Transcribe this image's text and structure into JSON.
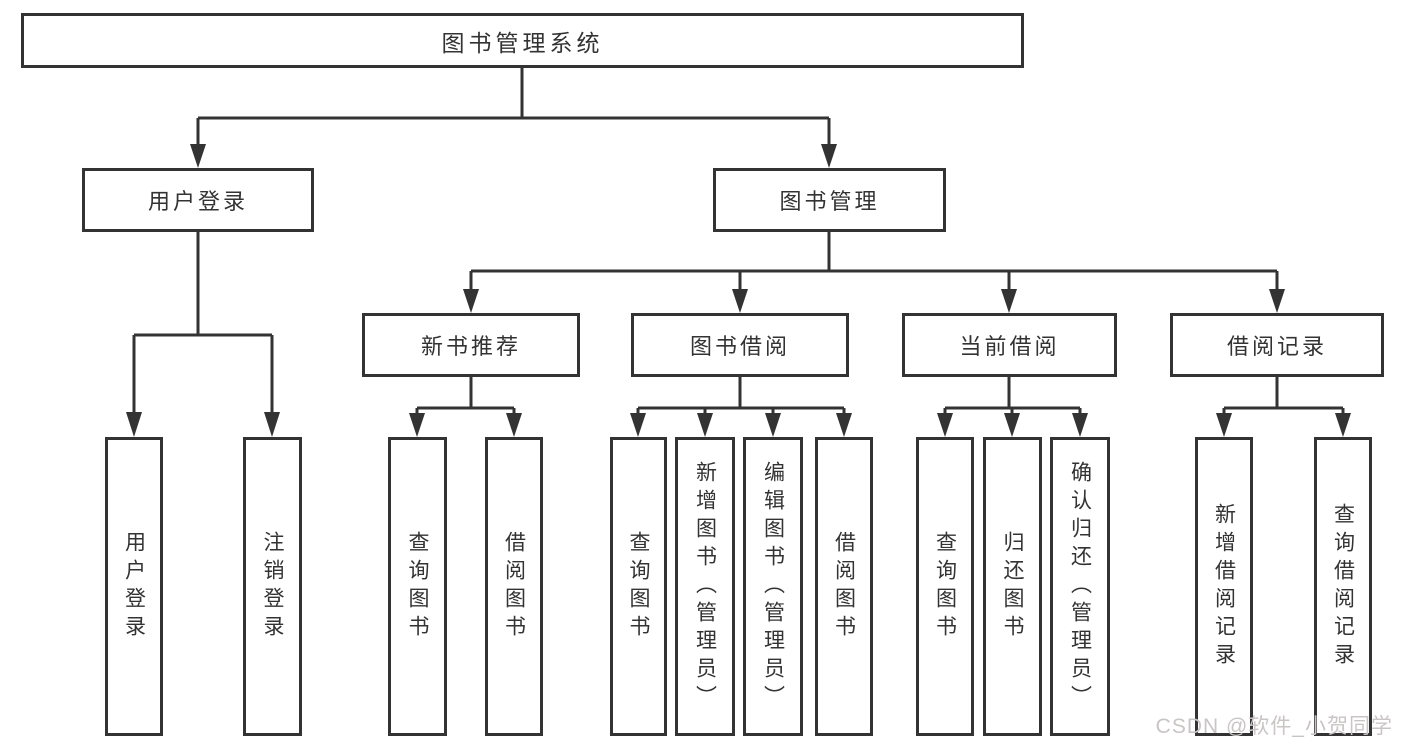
{
  "page": {
    "bg_color": "#ffffff",
    "line_color": "#333333",
    "text_color": "#333333",
    "watermark_color": "#c9c5c5"
  },
  "tree": {
    "label": "图书管理系统",
    "children": [
      {
        "label": "用户登录",
        "children": [
          {
            "label": "用户登录"
          },
          {
            "label": "注销登录"
          }
        ]
      },
      {
        "label": "图书管理",
        "children": [
          {
            "label": "新书推荐",
            "children": [
              {
                "label": "查询图书"
              },
              {
                "label": "借阅图书"
              }
            ]
          },
          {
            "label": "图书借阅",
            "children": [
              {
                "label": "查询图书"
              },
              {
                "label": "新增图书（管理员）"
              },
              {
                "label": "编辑图书（管理员）"
              },
              {
                "label": "借阅图书"
              }
            ]
          },
          {
            "label": "当前借阅",
            "children": [
              {
                "label": "查询图书"
              },
              {
                "label": "归还图书"
              },
              {
                "label": "确认归还（管理员）"
              }
            ]
          },
          {
            "label": "借阅记录",
            "children": [
              {
                "label": "新增借阅记录"
              },
              {
                "label": "查询借阅记录"
              }
            ]
          }
        ]
      }
    ]
  },
  "watermark": {
    "text": "CSDN @软件_小贺同学"
  }
}
